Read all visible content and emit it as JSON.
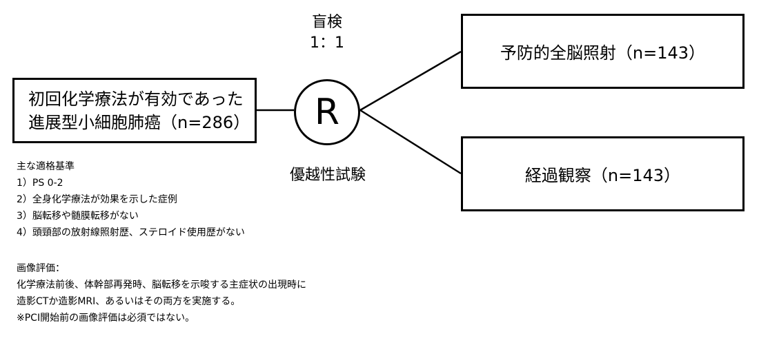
{
  "population": {
    "line1": "初回化学療法が有効であった",
    "line2": "進展型小細胞肺癌（n=286）"
  },
  "randomization": {
    "symbol": "R",
    "blinding": "盲検",
    "ratio": "1：1",
    "design": "優越性試験"
  },
  "arms": [
    {
      "label": "予防的全脳照射（n=143）"
    },
    {
      "label": "経過観察（n=143）"
    }
  ],
  "eligibility": {
    "title": "主な適格基準",
    "items": [
      "1）PS 0-2",
      "2）全身化学療法が効果を示した症例",
      "3）脳転移や髄膜転移がない",
      "4）頭頸部の放射線照射歴、ステロイド使用歴がない"
    ]
  },
  "imaging": {
    "title": "画像評価：",
    "lines": [
      "化学療法前後、体幹部再発時、脳転移を示唆する主症状の出現時に",
      "造影CTか造影MRI、あるいはその両方を実施する。",
      "※PCI開始前の画像評価は必須ではない。"
    ]
  },
  "colors": {
    "stroke": "#000000",
    "background": "#ffffff"
  }
}
